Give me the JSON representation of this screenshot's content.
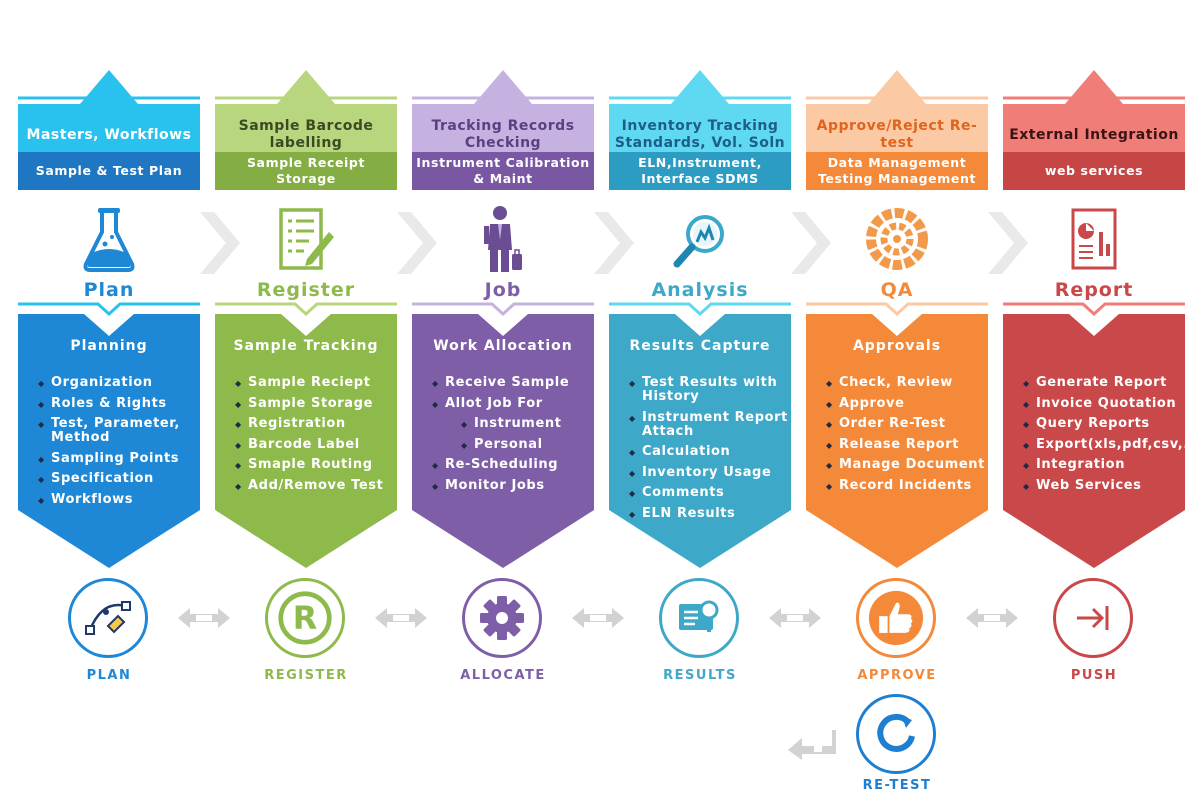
{
  "columns": [
    {
      "header": "Masters, Workflows",
      "header_sub": "Sample & Test Plan",
      "step": "Plan",
      "panel_title": "Planning",
      "items": [
        {
          "t": "Organization"
        },
        {
          "t": "Roles & Rights"
        },
        {
          "t": "Test, Parameter, Method"
        },
        {
          "t": "Sampling Points"
        },
        {
          "t": "Specification"
        },
        {
          "t": "Workflows"
        }
      ],
      "action": "PLAN",
      "icon": "bezier-pen-icon",
      "color": "#1e88d6",
      "light": "#29c2ef",
      "dark": "#1f76c2",
      "title_color": "#ffffff"
    },
    {
      "header": "Sample Barcode labelling",
      "header_sub": "Sample Receipt Storage",
      "step": "Register",
      "panel_title": "Sample Tracking",
      "items": [
        {
          "t": "Sample Reciept"
        },
        {
          "t": "Sample Storage"
        },
        {
          "t": "Registration"
        },
        {
          "t": "Barcode Label"
        },
        {
          "t": "Smaple Routing"
        },
        {
          "t": "Add/Remove Test"
        }
      ],
      "action": "REGISTER",
      "icon": "registered-icon",
      "color": "#8eb94b",
      "light": "#b8d67e",
      "dark": "#84ad44",
      "title_color": "#3b4a23"
    },
    {
      "header": "Tracking Records Checking",
      "header_sub": "Instrument Calibration & Maint",
      "step": "Job",
      "panel_title": "Work Allocation",
      "items": [
        {
          "t": "Receive Sample"
        },
        {
          "t": "Allot Job For"
        },
        {
          "t": "Instrument",
          "sub": true
        },
        {
          "t": "Personal",
          "sub": true
        },
        {
          "t": "Re-Scheduling"
        },
        {
          "t": "Monitor Jobs"
        }
      ],
      "action": "ALLOCATE",
      "icon": "gear-icon",
      "color": "#7f5ea8",
      "light": "#c6b2e0",
      "dark": "#7a57a3",
      "title_color": "#5b3f82"
    },
    {
      "header": "Inventory Tracking Standards, Vol. Soln",
      "header_sub": "ELN,Instrument, Interface SDMS",
      "step": "Analysis",
      "panel_title": "Results Capture",
      "items": [
        {
          "t": "Test Results with History"
        },
        {
          "t": "Instrument Report Attach"
        },
        {
          "t": "Calculation"
        },
        {
          "t": "Inventory Usage"
        },
        {
          "t": "Comments"
        },
        {
          "t": "ELN Results"
        }
      ],
      "action": "RESULTS",
      "icon": "report-search-icon",
      "color": "#3ea8c8",
      "light": "#5fd8f2",
      "dark": "#2d9cc2",
      "title_color": "#1d5e86"
    },
    {
      "header": "Approve/Reject Re-test",
      "header_sub": "Data Management Testing Management",
      "step": "QA",
      "panel_title": "Approvals",
      "items": [
        {
          "t": "Check, Review"
        },
        {
          "t": "Approve"
        },
        {
          "t": "Order Re-Test"
        },
        {
          "t": "Release Report"
        },
        {
          "t": "Manage Document"
        },
        {
          "t": "Record Incidents"
        }
      ],
      "action": "APPROVE",
      "icon": "thumbs-up-icon",
      "color": "#f4893a",
      "light": "#fbc9a4",
      "dark": "#f4893a",
      "title_color": "#e0641c"
    },
    {
      "header": "External Integration",
      "header_sub": "web services",
      "step": "Report",
      "panel_title": "",
      "items": [
        {
          "t": "Generate Report"
        },
        {
          "t": "Invoice Quotation"
        },
        {
          "t": "Query Reports"
        },
        {
          "t": "Export(xls,pdf,csv,.)"
        },
        {
          "t": "Integration"
        },
        {
          "t": "Web Services"
        }
      ],
      "action": "PUSH",
      "icon": "push-arrow-icon",
      "color": "#c9484a",
      "light": "#f07d78",
      "dark": "#c64646",
      "title_color": "#3a1414"
    }
  ],
  "retest": {
    "label": "RE-TEST",
    "icon": "refresh-icon",
    "color": "#1e7fd0"
  }
}
